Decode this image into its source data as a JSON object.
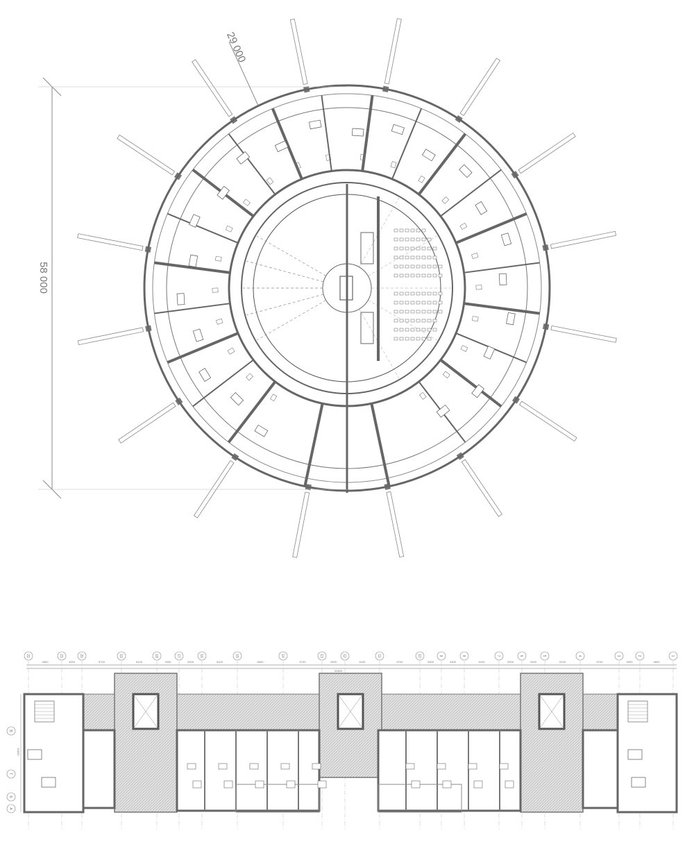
{
  "round_plan": {
    "radius_dimension": "29 000",
    "diameter_dimension": "58 000"
  },
  "linear_plan": {
    "axes": [
      "22",
      "21",
      "20",
      "19",
      "18",
      "17",
      "16",
      "15",
      "14",
      "13",
      "12",
      "11",
      "10",
      "9",
      "8",
      "7",
      "6",
      "5",
      "4",
      "3",
      "2",
      "1"
    ],
    "spans": [
      "4600",
      "3000",
      "5700",
      "5100",
      "3300",
      "3300",
      "5100",
      "6600",
      "5700",
      "3300",
      "5100",
      "5700",
      "3300",
      "3300",
      "5100",
      "3300",
      "3300",
      "5100",
      "5700",
      "3000",
      "4600"
    ],
    "overall_dimension": "30600",
    "rows": [
      "В",
      "Г",
      "Б",
      "А"
    ],
    "row_dimension": "10800"
  },
  "colors": {
    "wall": "#6f6f6f",
    "hatch": "#c8c8c8",
    "line": "#555555",
    "dim": "#888888"
  }
}
